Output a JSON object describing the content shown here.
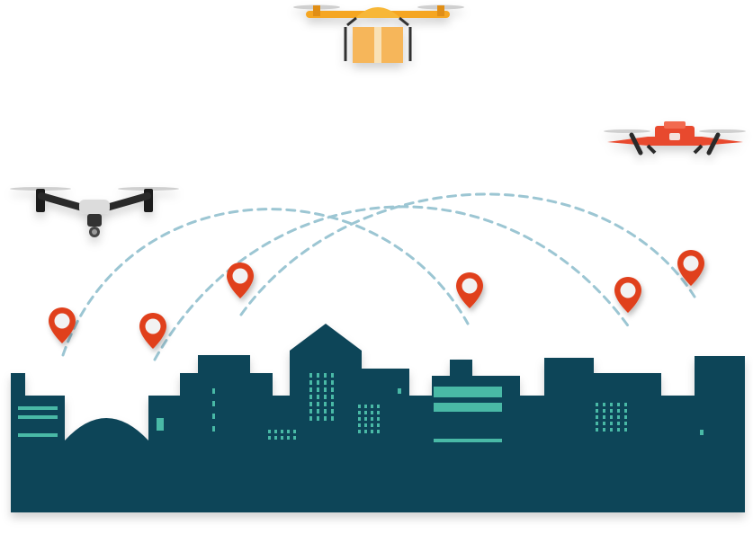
{
  "illustration": {
    "drones": [
      {
        "name": "delivery-drone",
        "color": "#F5A623"
      },
      {
        "name": "camera-drone",
        "color": "#2B2B2B"
      },
      {
        "name": "racing-drone",
        "color": "#E8492E"
      }
    ],
    "map_pins": [
      {
        "color": "#E0401E"
      },
      {
        "color": "#E0401E"
      },
      {
        "color": "#E0401E"
      },
      {
        "color": "#E0401E"
      },
      {
        "color": "#E0401E"
      },
      {
        "color": "#E0401E"
      }
    ],
    "flight_path_color": "#9CC6D3",
    "skyline_color": "#0E4459",
    "window_color": "#49B9A6"
  }
}
